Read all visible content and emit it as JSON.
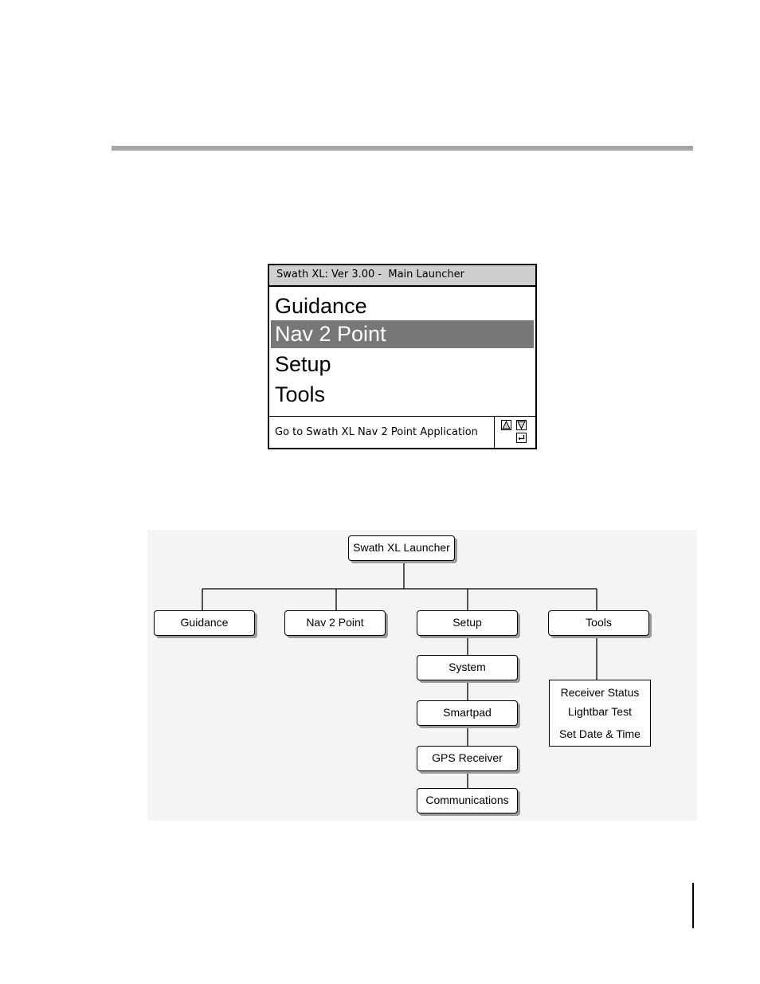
{
  "launcher_screen": {
    "title": "Swath XL: Ver 3.00 -  Main Launcher",
    "menu_items": [
      {
        "label": "Guidance",
        "selected": false
      },
      {
        "label": "Nav 2 Point",
        "selected": true
      },
      {
        "label": "Setup",
        "selected": false
      },
      {
        "label": "Tools",
        "selected": false
      }
    ],
    "status_text": "Go to Swath XL Nav 2 Point Application",
    "icons": [
      "up-arrow-icon",
      "down-arrow-icon",
      "enter-icon"
    ]
  },
  "diagram": {
    "root": "Swath XL Launcher",
    "branches": [
      "Guidance",
      "Nav 2 Point",
      "Setup",
      "Tools"
    ],
    "setup_children": [
      "System",
      "Smartpad",
      "GPS Receiver",
      "Communications"
    ],
    "tools_children": [
      "Receiver Status",
      "Lightbar Test",
      "Set Date & Time"
    ]
  },
  "colors": {
    "rule": "#a6a6a6",
    "selection": "#777777",
    "titlebar": "#cfcfcf"
  }
}
